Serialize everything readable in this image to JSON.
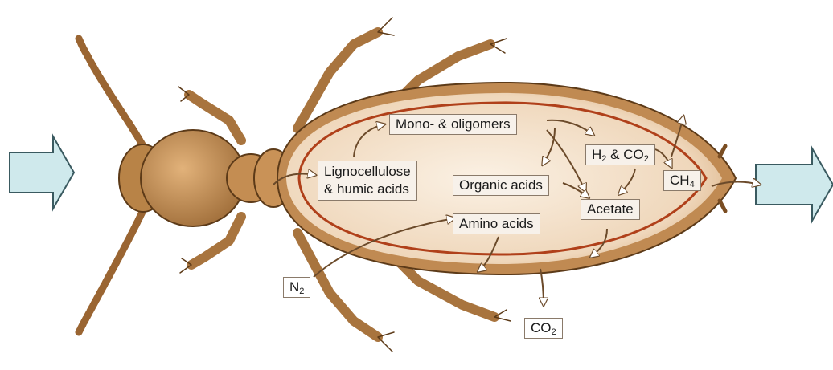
{
  "colors": {
    "body_fill": "#c8955f",
    "body_dark": "#8a5a2b",
    "abdomen_fill": "#f3dfc8",
    "gut_line": "#b0401a",
    "flow_arrow_fill": "#cfe9ec",
    "flow_arrow_stroke": "#3a5a60"
  },
  "labels": {
    "mono_oligomers": "Mono- & oligomers",
    "lignocellulose_line1": "Lignocellulose",
    "lignocellulose_line2": "& humic acids",
    "organic_acids": "Organic acids",
    "h2_co2": {
      "a": "H",
      "a_sub": "2",
      "mid": " & CO",
      "b_sub": "2"
    },
    "ch4": {
      "base": "CH",
      "sub": "4"
    },
    "acetate": "Acetate",
    "amino_acids": "Amino acids",
    "n2": {
      "base": "N",
      "sub": "2"
    },
    "co2": {
      "base": "CO",
      "sub": "2"
    }
  }
}
